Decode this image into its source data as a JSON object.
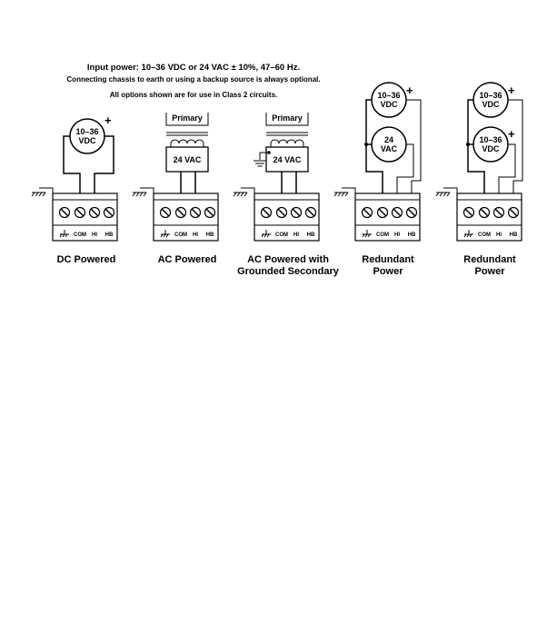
{
  "header": {
    "line1": "Input power:  10–36 VDC   or   24 VAC ± 10%, 47–60 Hz.",
    "line2": "Connecting chassis to earth or using a backup source is always optional.",
    "line3": "All options shown are for use in Class 2 circuits."
  },
  "terminal_labels": {
    "com": "COM",
    "hi": "HI",
    "hb": "HB"
  },
  "sources": {
    "dc": [
      "10–36",
      "VDC"
    ],
    "ac": "24 VAC",
    "primary": "Primary",
    "ac24_two_line": [
      "24",
      "VAC"
    ]
  },
  "plus": "+",
  "captions": {
    "dc": "DC Powered",
    "ac": "AC Powered",
    "ac_grounded_l1": "AC Powered with",
    "ac_grounded_l2": "Grounded Secondary",
    "red1_l1": "Redundant",
    "red1_l2": "Power",
    "red2_l1": "Redundant",
    "red2_l2": "Power"
  }
}
